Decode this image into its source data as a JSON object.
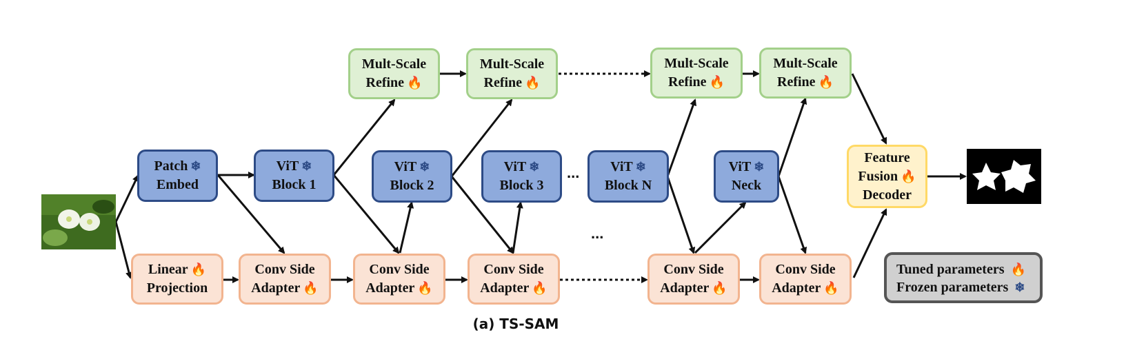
{
  "refine": [
    {
      "line1": "Mult-Scale",
      "line2": "Refine",
      "icon": "fire"
    },
    {
      "line1": "Mult-Scale",
      "line2": "Refine",
      "icon": "fire"
    },
    {
      "line1": "Mult-Scale",
      "line2": "Refine",
      "icon": "fire"
    },
    {
      "line1": "Mult-Scale",
      "line2": "Refine",
      "icon": "fire"
    }
  ],
  "encoder": {
    "patch": {
      "line1": "Patch",
      "line2": "Embed",
      "icon": "snowflake"
    },
    "blocks": [
      {
        "line1": "ViT",
        "line2": "Block 1",
        "icon": "snowflake"
      },
      {
        "line1": "ViT",
        "line2": "Block 2",
        "icon": "snowflake"
      },
      {
        "line1": "ViT",
        "line2": "Block 3",
        "icon": "snowflake"
      },
      {
        "line1": "ViT",
        "line2": "Block N",
        "icon": "snowflake"
      },
      {
        "line1": "ViT",
        "line2": "Neck",
        "icon": "snowflake"
      }
    ]
  },
  "side": {
    "linear": {
      "line1": "Linear",
      "line2": "Projection",
      "icon": "fire"
    },
    "adapters": [
      {
        "line1": "Conv Side",
        "line2": "Adapter",
        "icon": "fire"
      },
      {
        "line1": "Conv Side",
        "line2": "Adapter",
        "icon": "fire"
      },
      {
        "line1": "Conv Side",
        "line2": "Adapter",
        "icon": "fire"
      },
      {
        "line1": "Conv Side",
        "line2": "Adapter",
        "icon": "fire"
      },
      {
        "line1": "Conv Side",
        "line2": "Adapter",
        "icon": "fire"
      }
    ]
  },
  "decoder": {
    "line1": "Feature",
    "line2": "Fusion",
    "line3": "Decoder",
    "icon": "fire"
  },
  "ellipsis": "...",
  "legend": {
    "tuned": "Tuned parameters",
    "frozen": "Frozen parameters"
  },
  "caption": "(a) TS-SAM",
  "icons": {
    "fire": "🔥",
    "snowflake": "❄"
  },
  "colors": {
    "green": "#dff0d4",
    "blue": "#8eaadc",
    "orange": "#fbe3d5",
    "yellow": "#fff2cc",
    "legend": "#d0d0d0"
  }
}
